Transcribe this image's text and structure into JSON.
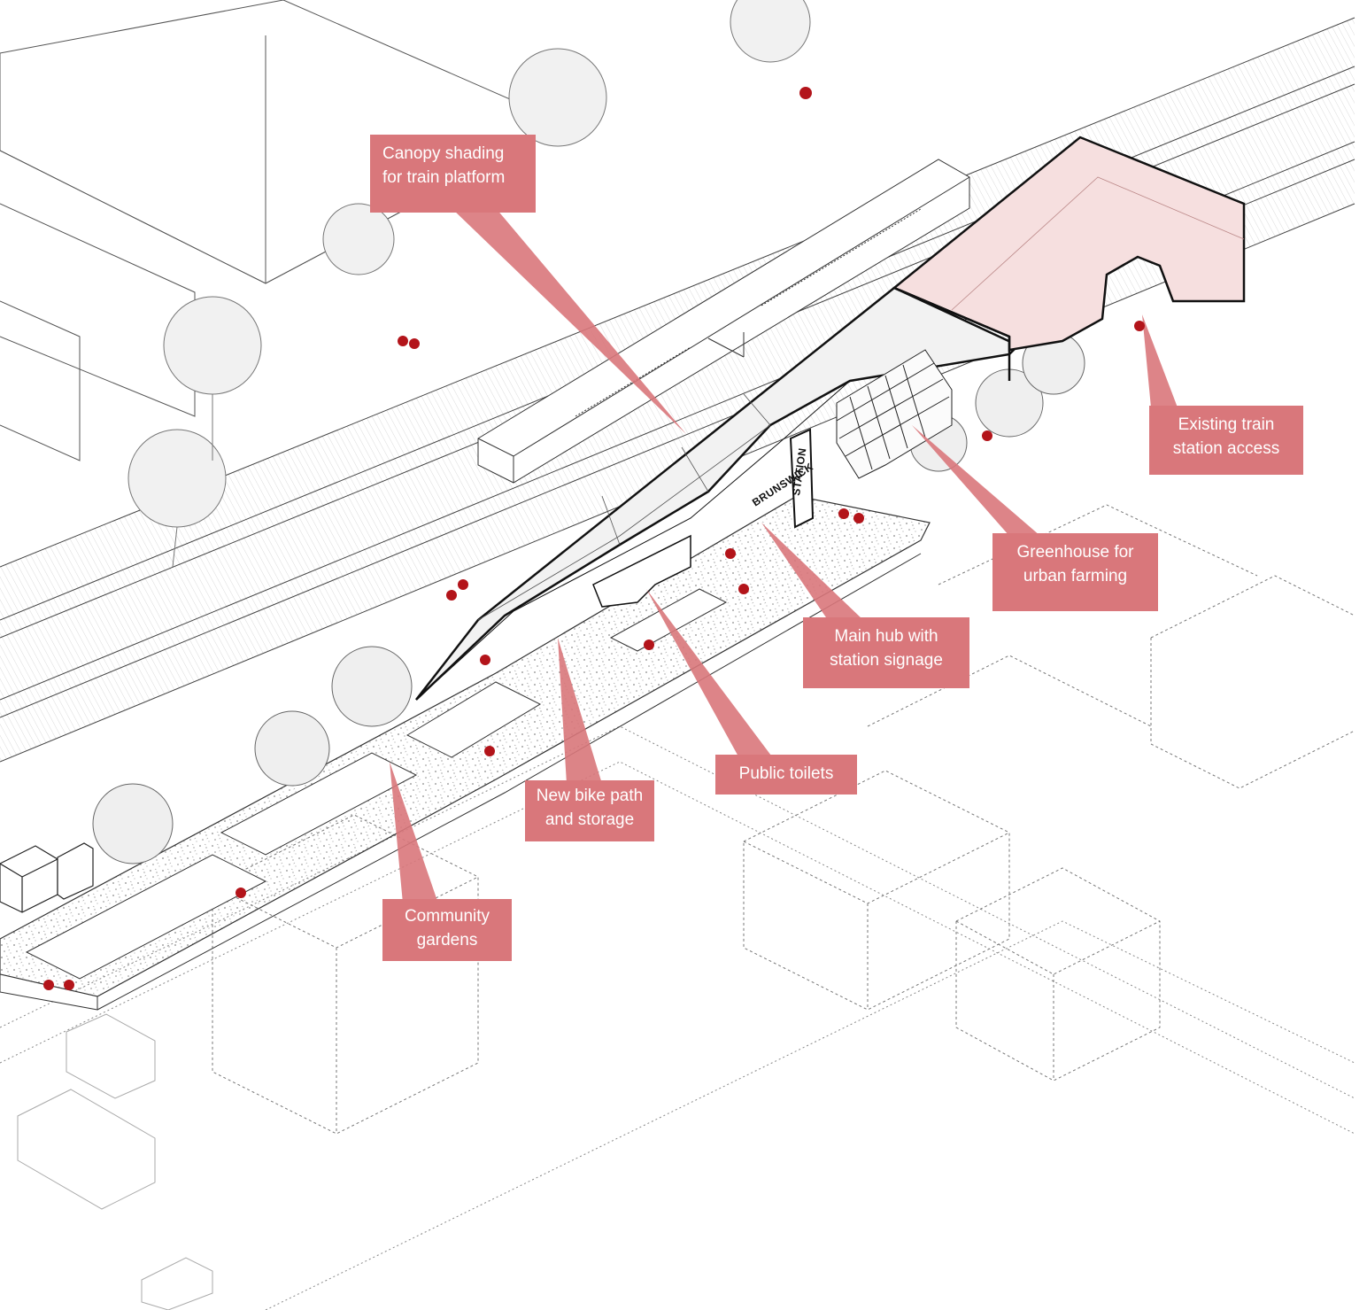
{
  "diagram": {
    "signage": {
      "brunswick": "BRUNSWICK",
      "station": "STATION"
    },
    "labels": {
      "canopy": "Canopy shading\nfor train platform",
      "existing_access": "Existing train\nstation access",
      "greenhouse": "Greenhouse for\nurban farming",
      "main_hub": "Main hub with\nstation signage",
      "toilets": "Public toilets",
      "bike_path": "New bike path\nand storage",
      "gardens": "Community\ngardens"
    },
    "colors": {
      "callout": "#d9777b",
      "people": "#b3141a",
      "pink_volume": "#f6dfdf",
      "line": "#1a1a1a"
    }
  }
}
